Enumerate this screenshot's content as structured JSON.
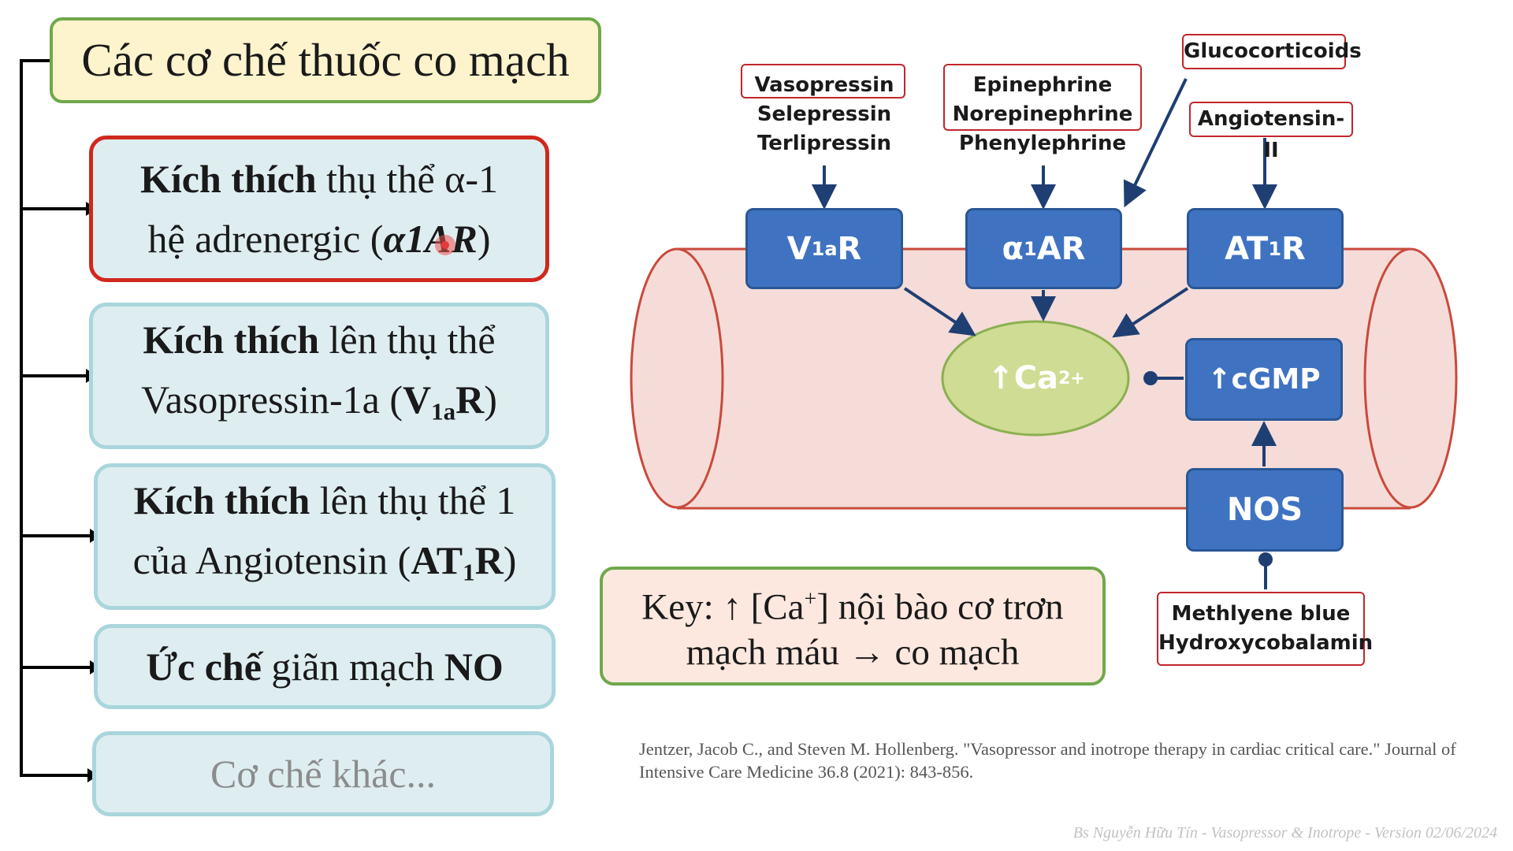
{
  "title": "Các cơ chế thuốc co mạch",
  "mechanisms": [
    {
      "bold": "Kích thích",
      "text1": " thụ thể α-1",
      "text2": "hệ adrenergic (",
      "bold2": "α1AR",
      "text3": ")"
    },
    {
      "bold": "Kích thích",
      "text1": " lên thụ thể",
      "text2": "Vasopressin-1a (",
      "bold2a": "V",
      "sub": "1a",
      "bold2b": "R",
      "text3": ")"
    },
    {
      "bold": "Kích thích",
      "text1": " lên thụ thể 1",
      "text2": "của Angiotensin (",
      "bold2a": "AT",
      "sub": "1",
      "bold2b": "R",
      "text3": ")"
    },
    {
      "bold": "Ức chế",
      "text1": "  giãn mạch ",
      "bold2": "NO"
    },
    {
      "text": "Cơ  chế khác..."
    }
  ],
  "diagram": {
    "receptors": {
      "v1": {
        "main": "V",
        "sub": "1a",
        "tail": "R"
      },
      "a1": {
        "main": "α",
        "sub": "1",
        "tail": "AR"
      },
      "at1": {
        "main": "AT",
        "sub": "1",
        "tail": "R"
      }
    },
    "drugs": {
      "vasopressin_group": [
        "Vasopressin",
        "Selepressin",
        "Terlipressin"
      ],
      "catecholamine_group": [
        "Epinephrine",
        "Norepinephrine",
        "Phenylephrine"
      ],
      "glucocorticoids": "Glucocorticoids",
      "angiotensin": "Angiotensin-II",
      "no_inhibitors": [
        "Methlyene blue",
        "Hydroxycobalamin"
      ]
    },
    "calcium": {
      "arrow": "↑",
      "label": "Ca",
      "sup": "2+"
    },
    "cgmp": "↑cGMP",
    "nos": "NOS",
    "colors": {
      "receptor_fill": "#3f73c2",
      "vessel_fill": "#f5dcd8",
      "vessel_stroke": "#c94a3c",
      "calcium_fill": "#cfdc93",
      "drug_border": "#c0262b",
      "arrow": "#1f3f73"
    }
  },
  "key": {
    "line1_a": "Key: ↑ [Ca",
    "line1_sup": "+",
    "line1_b": "] nội bào cơ trơn",
    "line2": "mạch máu → co mạch"
  },
  "reference": "Jentzer, Jacob C., and Steven M. Hollenberg. \"Vasopressor and inotrope therapy in cardiac critical care.\" Journal of Intensive Care Medicine 36.8 (2021): 843-856.",
  "footer": "Bs Nguyễn Hữu Tín - Vasopressor & Inotrope - Version 02/06/2024"
}
